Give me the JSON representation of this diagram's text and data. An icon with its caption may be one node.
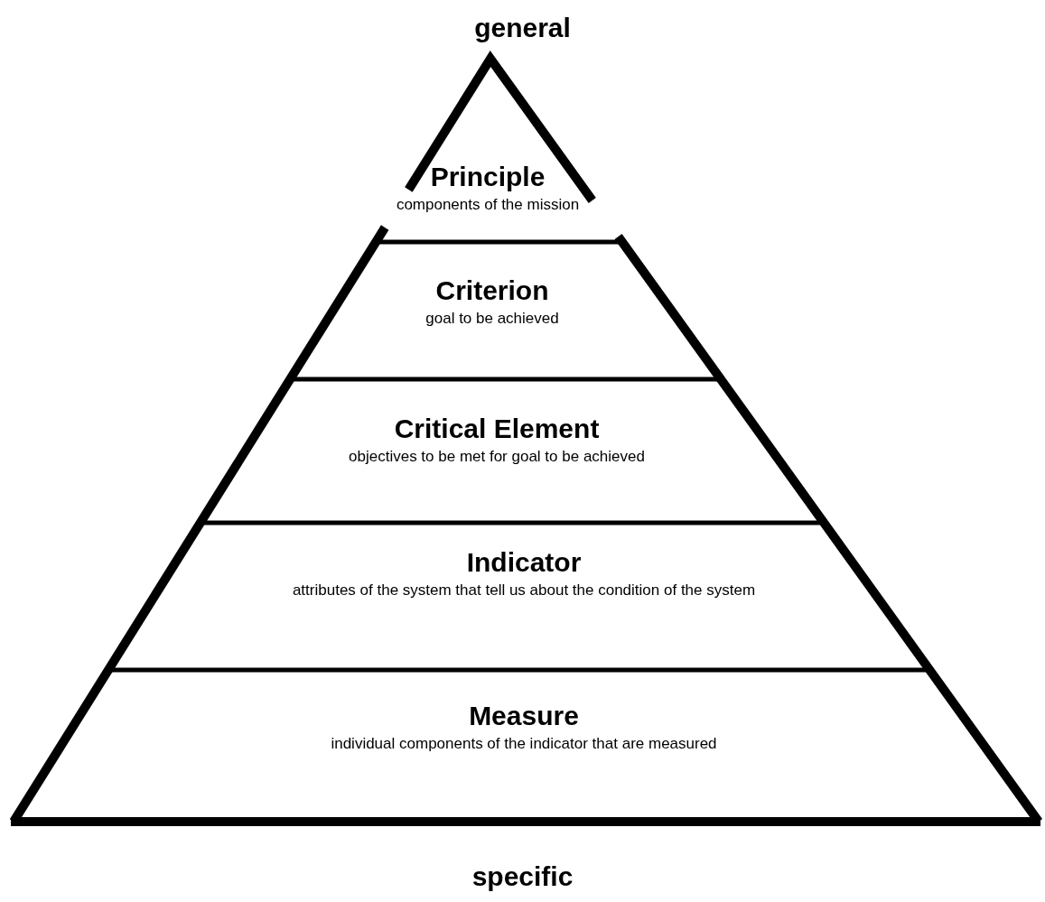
{
  "diagram": {
    "nodes": [
      {
        "text": [
          "Principle",
          "components of the mission"
        ]
      },
      {
        "text": [
          "Criterion",
          "goal to be achieved"
        ]
      },
      {
        "text": [
          "Critical Element",
          "objectives to be met for goal to be achieved"
        ]
      },
      {
        "text": [
          "Indicator",
          "attributes of the system that tell us about the condition of the system"
        ]
      },
      {
        "text": [
          "Measure",
          "individual components of the indicator that are measured"
        ]
      }
    ],
    "labels": [
      "general",
      "specific"
    ]
  }
}
